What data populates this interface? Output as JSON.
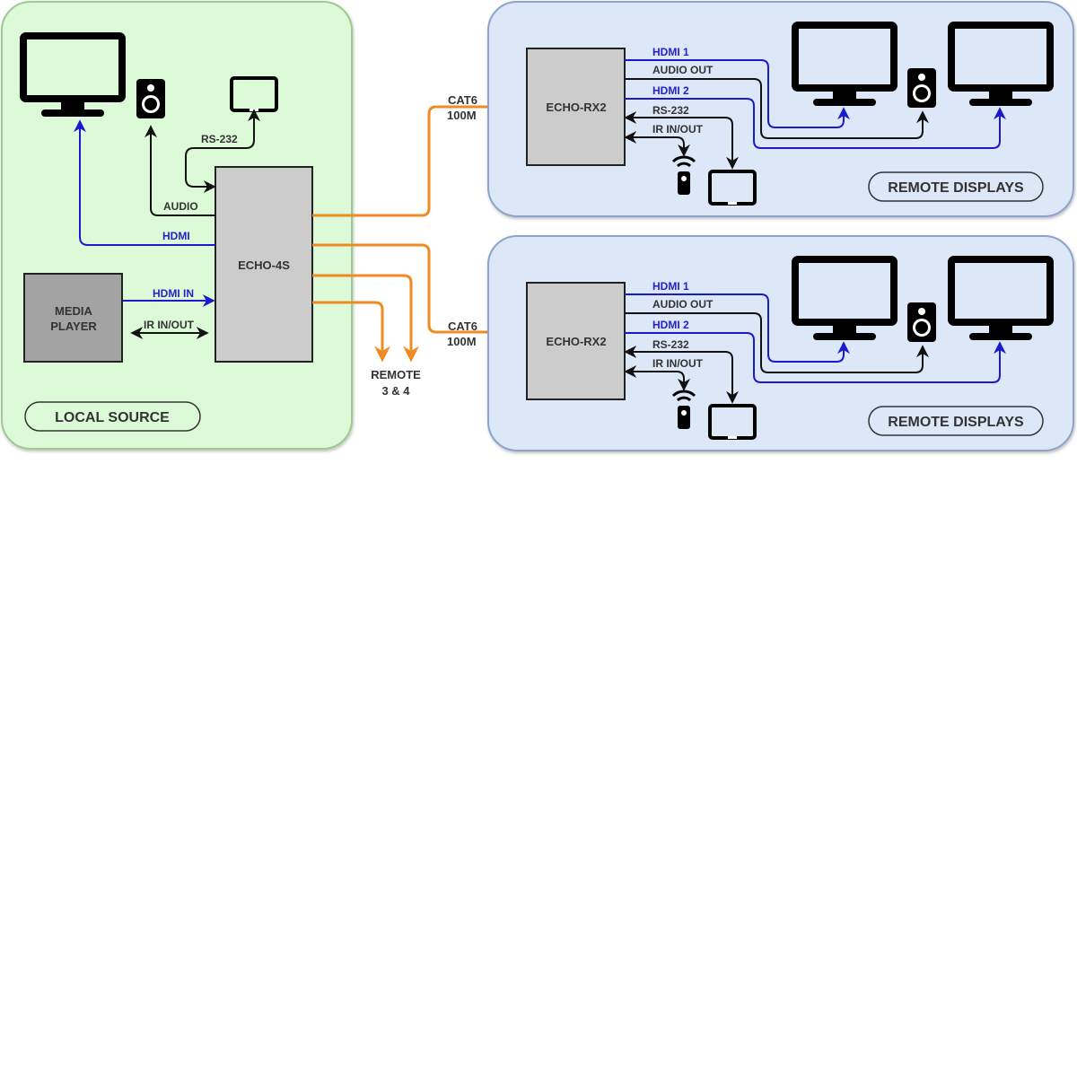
{
  "colors": {
    "local_panel_fill": "#ddfad8",
    "local_panel_stroke": "#9ec98f",
    "remote_panel_fill": "#dce7f8",
    "remote_panel_stroke": "#8ca4cc",
    "device_fill": "#cccccc",
    "media_player_fill": "#a3a3a3",
    "hdmi_line": "#1a1acc",
    "cat6_line": "#f08a22",
    "control_line": "#111111"
  },
  "local": {
    "panel_label": "LOCAL SOURCE",
    "hub": "ECHO-4S",
    "media_player_line1": "MEDIA",
    "media_player_line2": "PLAYER",
    "links": {
      "audio": "AUDIO",
      "rs232": "RS-232",
      "hdmi_out": "HDMI",
      "hdmi_in": "HDMI IN",
      "ir": "IR IN/OUT"
    },
    "devices": [
      "monitor-icon",
      "speaker-icon",
      "tablet-icon"
    ]
  },
  "middle": {
    "cat6_top_line1": "CAT6",
    "cat6_top_line2": "100M",
    "cat6_bottom_line1": "CAT6",
    "cat6_bottom_line2": "100M",
    "remote_more_line1": "REMOTE",
    "remote_more_line2": "3 & 4"
  },
  "remotes": [
    {
      "panel_label": "REMOTE DISPLAYS",
      "receiver": "ECHO-RX2",
      "ports": [
        "HDMI 1",
        "AUDIO OUT",
        "HDMI 2",
        "RS-232",
        "IR IN/OUT"
      ],
      "devices": [
        "monitor-icon",
        "speaker-icon",
        "monitor-icon",
        "remote-control-icon",
        "tablet-icon"
      ]
    },
    {
      "panel_label": "REMOTE DISPLAYS",
      "receiver": "ECHO-RX2",
      "ports": [
        "HDMI 1",
        "AUDIO OUT",
        "HDMI 2",
        "RS-232",
        "IR IN/OUT"
      ],
      "devices": [
        "monitor-icon",
        "speaker-icon",
        "monitor-icon",
        "remote-control-icon",
        "tablet-icon"
      ]
    }
  ]
}
